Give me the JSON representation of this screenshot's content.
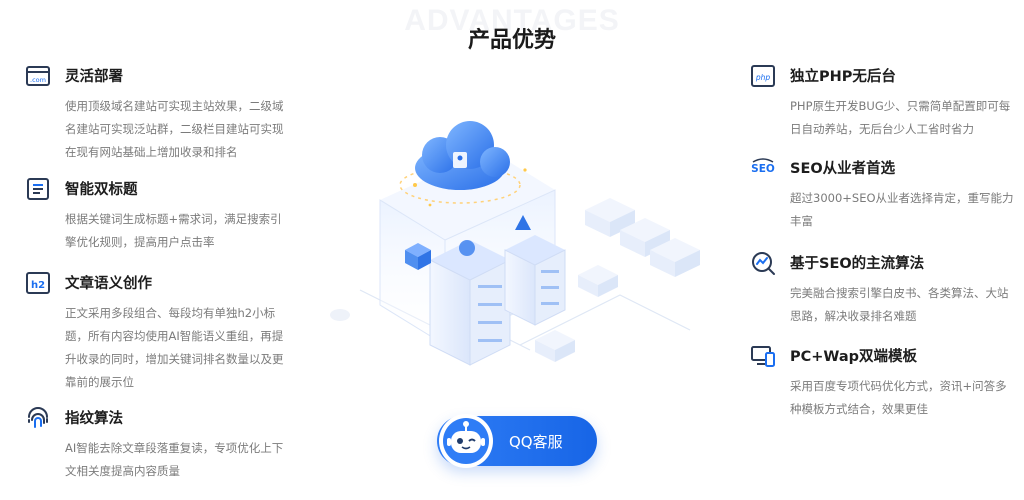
{
  "header": {
    "bg_word": "ADVANTAGES",
    "title": "产品优势"
  },
  "left_features": [
    {
      "icon": "com-domain-icon",
      "title": "灵活部署",
      "desc": "使用顶级域名建站可实现主站效果，二级域名建站可实现泛站群，二级栏目建站可实现在现有网站基础上增加收录和排名"
    },
    {
      "icon": "document-list-icon",
      "title": "智能双标题",
      "desc": "根据关键词生成标题+需求词，满足搜索引擎优化规则，提高用户点击率"
    },
    {
      "icon": "h2-icon",
      "title": "文章语义创作",
      "desc": "正文采用多段组合、每段均有单独h2小标题，所有内容均使用AI智能语义重组，再提升收录的同时，增加关键词排名数量以及更靠前的展示位"
    },
    {
      "icon": "fingerprint-icon",
      "title": "指纹算法",
      "desc": "AI智能去除文章段落重复读，专项优化上下文相关度提高内容质量"
    }
  ],
  "right_features": [
    {
      "icon": "php-icon",
      "title": "独立PHP无后台",
      "desc": "PHP原生开发BUG少、只需简单配置即可每日自动养站，无后台少人工省时省力"
    },
    {
      "icon": "seo-icon",
      "title": "SEO从业者首选",
      "desc": "超过3000+SEO从业者选择肯定，重写能力丰富"
    },
    {
      "icon": "search-trend-icon",
      "title": "基于SEO的主流算法",
      "desc": "完美融合搜索引擎白皮书、各类算法、大站思路，解决收录排名难题"
    },
    {
      "icon": "pc-mobile-icon",
      "title": "PC+Wap双端模板",
      "desc": "采用百度专项代码优化方式，资讯+问答多种模板方式结合，效果更佳"
    }
  ],
  "cta": {
    "label": "QQ客服",
    "icon": "robot-avatar-icon"
  },
  "colors": {
    "accent": "#1a6ef0",
    "icon_dark": "#2b3a55",
    "text_muted": "#7b7b7b"
  }
}
